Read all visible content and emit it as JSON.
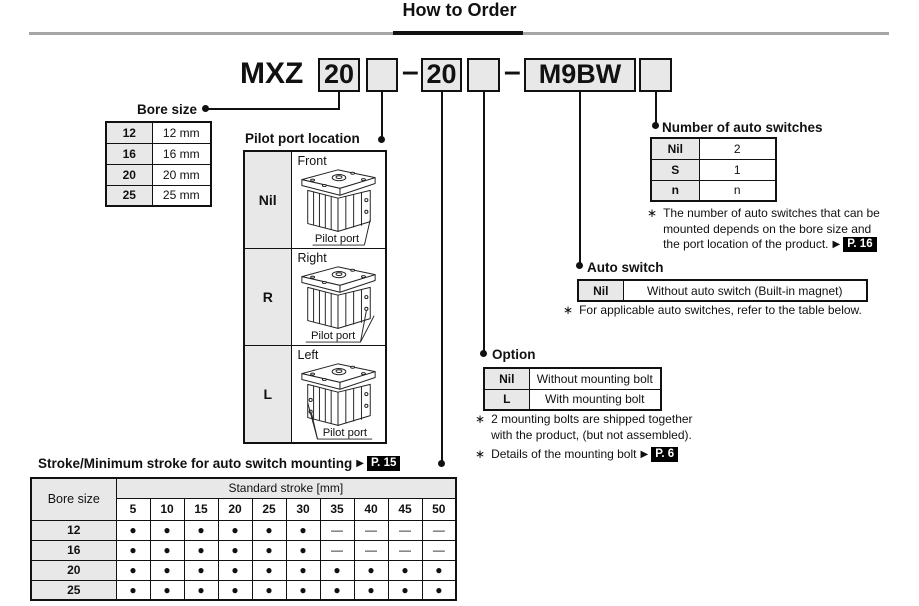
{
  "page": {
    "title": "How to Order"
  },
  "symbols": {
    "asterisk": "∗",
    "triangle": "▶"
  },
  "colors": {
    "box_fill": "#e8e8e8",
    "header_fill": "#e8e8e8",
    "rule_gray": "#a6a6a6",
    "badge_bg": "#000000",
    "text": "#111111"
  },
  "model": {
    "prefix": "MXZ",
    "bore_code": "20",
    "pilot_code": "",
    "separator": "–",
    "stroke_code": "20",
    "option_code": "",
    "auto_switch_code": "M9BW",
    "qty_code": ""
  },
  "bore_size": {
    "title": "Bore size",
    "rows": [
      {
        "code": "12",
        "value": "12 mm"
      },
      {
        "code": "16",
        "value": "16 mm"
      },
      {
        "code": "20",
        "value": "20 mm"
      },
      {
        "code": "25",
        "value": "25 mm"
      }
    ]
  },
  "pilot_port": {
    "title": "Pilot port location",
    "caption": "Pilot port",
    "rows": [
      {
        "code": "Nil",
        "label": "Front"
      },
      {
        "code": "R",
        "label": "Right"
      },
      {
        "code": "L",
        "label": "Left"
      }
    ]
  },
  "auto_switch_qty": {
    "title": "Number of auto switches",
    "rows": [
      {
        "code": "Nil",
        "value": "2"
      },
      {
        "code": "S",
        "value": "1"
      },
      {
        "code": "n",
        "value": "n"
      }
    ],
    "note_lines": [
      "The number of auto switches that can be",
      "mounted depends on the bore size and",
      "the port location of the product."
    ],
    "page_ref": "P. 16"
  },
  "auto_switch": {
    "title": "Auto switch",
    "code": "Nil",
    "value": "Without auto switch (Built-in magnet)",
    "note": "For applicable auto switches, refer to the table below."
  },
  "option": {
    "title": "Option",
    "rows": [
      {
        "code": "Nil",
        "value": "Without mounting bolt"
      },
      {
        "code": "L",
        "value": "With mounting bolt"
      }
    ],
    "note1_lines": [
      "2 mounting bolts are shipped together",
      "with the product, (but not assembled)."
    ],
    "note2": "Details of the mounting bolt",
    "note2_ref": "P. 6"
  },
  "stroke_table": {
    "heading": "Stroke/Minimum stroke for auto switch mounting",
    "page_ref": "P. 15",
    "corner_header": "Bore size",
    "group_header": "Standard stroke [mm]",
    "columns": [
      "5",
      "10",
      "15",
      "20",
      "25",
      "30",
      "35",
      "40",
      "45",
      "50"
    ],
    "rows": [
      {
        "bore": "12",
        "cells": [
          "●",
          "●",
          "●",
          "●",
          "●",
          "●",
          "—",
          "—",
          "—",
          "—"
        ]
      },
      {
        "bore": "16",
        "cells": [
          "●",
          "●",
          "●",
          "●",
          "●",
          "●",
          "—",
          "—",
          "—",
          "—"
        ]
      },
      {
        "bore": "20",
        "cells": [
          "●",
          "●",
          "●",
          "●",
          "●",
          "●",
          "●",
          "●",
          "●",
          "●"
        ]
      },
      {
        "bore": "25",
        "cells": [
          "●",
          "●",
          "●",
          "●",
          "●",
          "●",
          "●",
          "●",
          "●",
          "●"
        ]
      }
    ]
  }
}
